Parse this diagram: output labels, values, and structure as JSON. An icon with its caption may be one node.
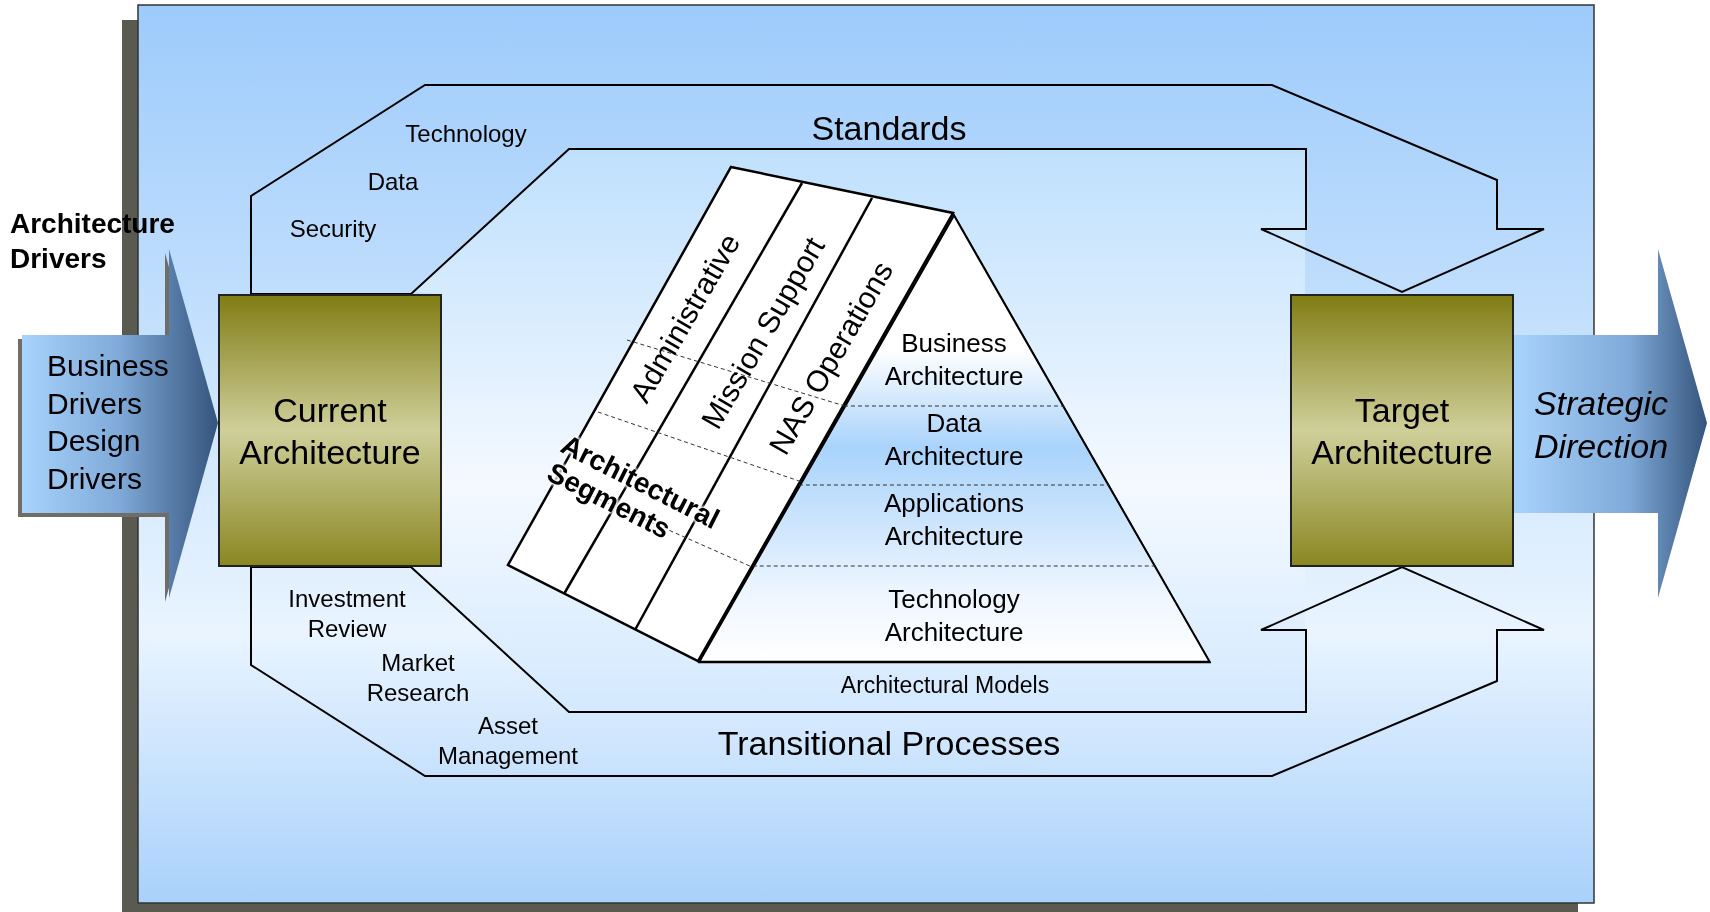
{
  "diagram": {
    "nodes": [
      {
        "text": [
          "Current Architecture"
        ]
      },
      {
        "text": [
          "Target Architecture"
        ]
      },
      {
        "text": [
          "Architecture Drivers",
          "Business Drivers",
          "Design Drivers"
        ]
      },
      {
        "text": [
          "Strategic Direction"
        ]
      },
      {
        "text": [
          "Business Architecture",
          "Data Architecture",
          "Applications Architecture",
          "Technology Architecture"
        ],
        "beside": [
          "Architectural Models"
        ]
      },
      {
        "text": [
          "Administrative",
          "Mission Support",
          "NAS Operations",
          "Architectural Segments"
        ]
      }
    ],
    "edges": [
      {
        "from": 0,
        "to": 1,
        "arrow": "to",
        "label": "Standards"
      },
      {
        "from": 0,
        "to": 1,
        "arrow": "to",
        "label": "Transitional Processes"
      }
    ],
    "labels": [
      "Technology",
      "Data",
      "Security",
      "Investment Review",
      "Market Research",
      "Asset Management"
    ]
  }
}
